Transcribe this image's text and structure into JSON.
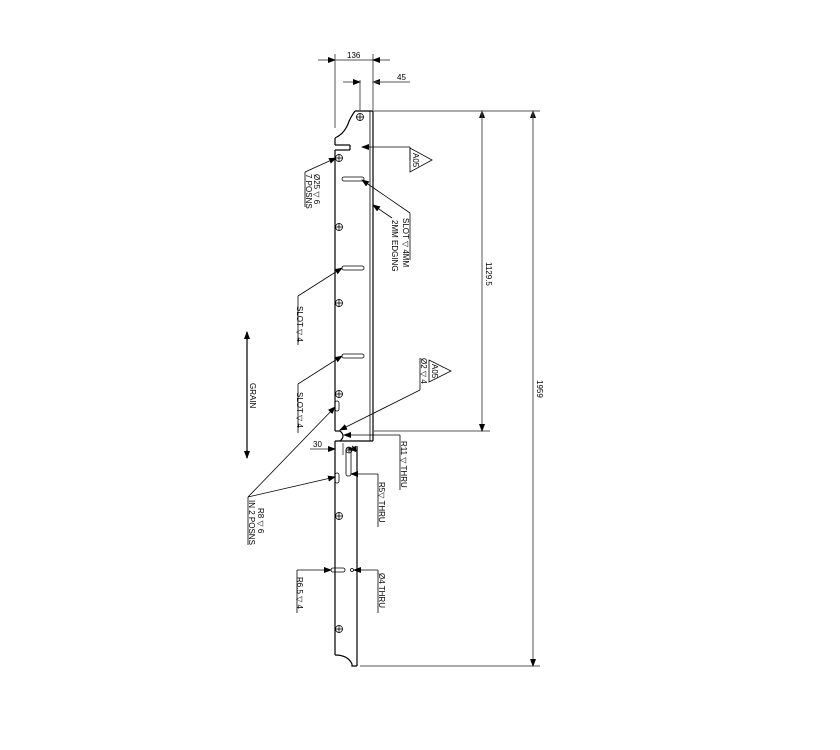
{
  "drawing": {
    "dimensions": {
      "width_overall": "136",
      "edge_offset": "45",
      "upper_length": "1129.5",
      "total_length": "1959",
      "notch_offset": "30"
    },
    "callouts": {
      "hole_top": "Ø25 ▽ 6",
      "hole_top_qty": "7 POSNS",
      "slot_top": "SLOT ▽ 4MM",
      "edging": "2MM EDGING",
      "slot_mid1": "SLOT ▽ 4",
      "slot_mid2": "SLOT ▽ 4",
      "hole_small": "Ø2 ▽ 4",
      "radius_r11": "R11 ▽ THRU",
      "radius_r5": "R5▽ THRU",
      "radius_r8": "R8 ▽ 6",
      "radius_r8_qty": "IN 2 POSNS",
      "radius_r65": "R6.5 ▽ 4",
      "hole_thru": "Ø4 THRU"
    },
    "tags": {
      "tag_top": "A05",
      "tag_mid": "A05"
    },
    "grain_label": "GRAIN"
  }
}
